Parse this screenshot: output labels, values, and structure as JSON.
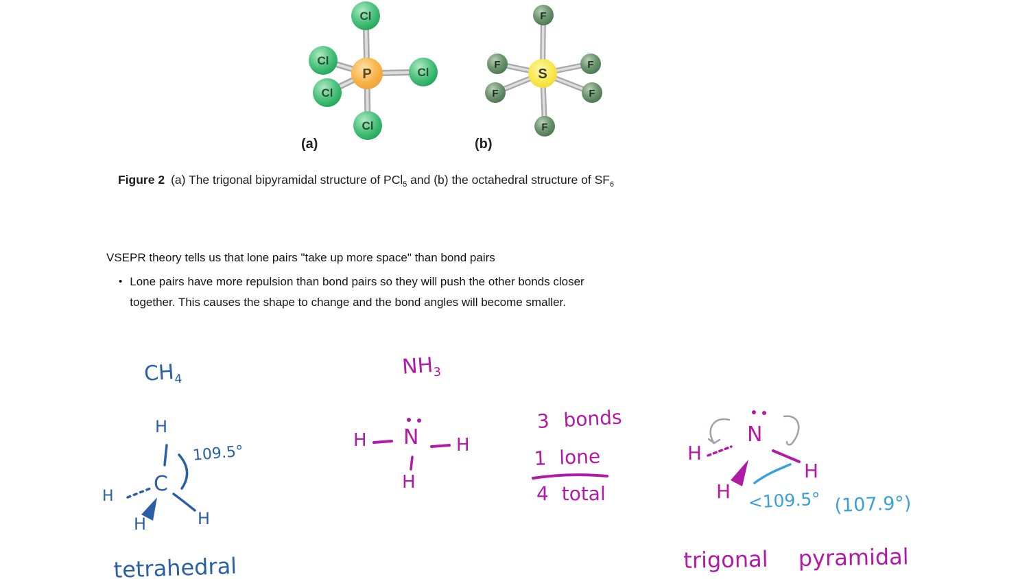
{
  "figure": {
    "label_a": "(a)",
    "label_b": "(b)",
    "caption": {
      "title": "Figure 2",
      "part1": "(a) The trigonal bipyramidal structure of PCl",
      "sub1": "5",
      "part2": " and (b) the octahedral structure of SF",
      "sub2": "6"
    },
    "pcl5": {
      "center_symbol": "P",
      "ligand_symbol": "Cl"
    },
    "sf6": {
      "center_symbol": "S",
      "ligand_symbol": "F"
    }
  },
  "body": {
    "line1": "VSEPR theory tells us that lone pairs \"take up more space\" than bond pairs",
    "bullet_glyph": "•",
    "bullet_line1": "Lone pairs have more repulsion than bond pairs so they will push the other bonds closer",
    "bullet_line2": "together. This causes the shape to change and the bond angles will become smaller."
  },
  "handwriting": {
    "ch4": {
      "formula_base": "CH",
      "formula_sub": "4",
      "h_top": "H",
      "center": "C",
      "h_left": "H",
      "h_bottom": "H",
      "h_right": "H",
      "bond_angle": "109.5°",
      "shape_label": "tetrahedral"
    },
    "nh3_lewis": {
      "formula_base": "NH",
      "formula_sub": "3",
      "h_left": "H",
      "center": "N",
      "h_right": "H",
      "h_bottom": "H"
    },
    "nh3_counts": {
      "bonds": "3 bonds",
      "lone": "1 lone",
      "total": "4 total"
    },
    "nh3_3d": {
      "center": "N",
      "h_left": "H",
      "h_right": "H",
      "h_bottom": "H",
      "angle_note": "<109.5°",
      "angle_actual": "(107.9°)",
      "shape_label": "trigonal pyramidal"
    }
  },
  "colors": {
    "ink_blue": "#2b5fa5",
    "ink_magenta": "#b01aa6",
    "ink_sky": "#3aa0dc",
    "phosphorus_orange": "#f5a93f",
    "sulfur_yellow": "#f7e34b",
    "chlorine_green": "#3cb878",
    "fluorine_green": "#4e7d55",
    "bond_gray": "#b5b5b5"
  }
}
